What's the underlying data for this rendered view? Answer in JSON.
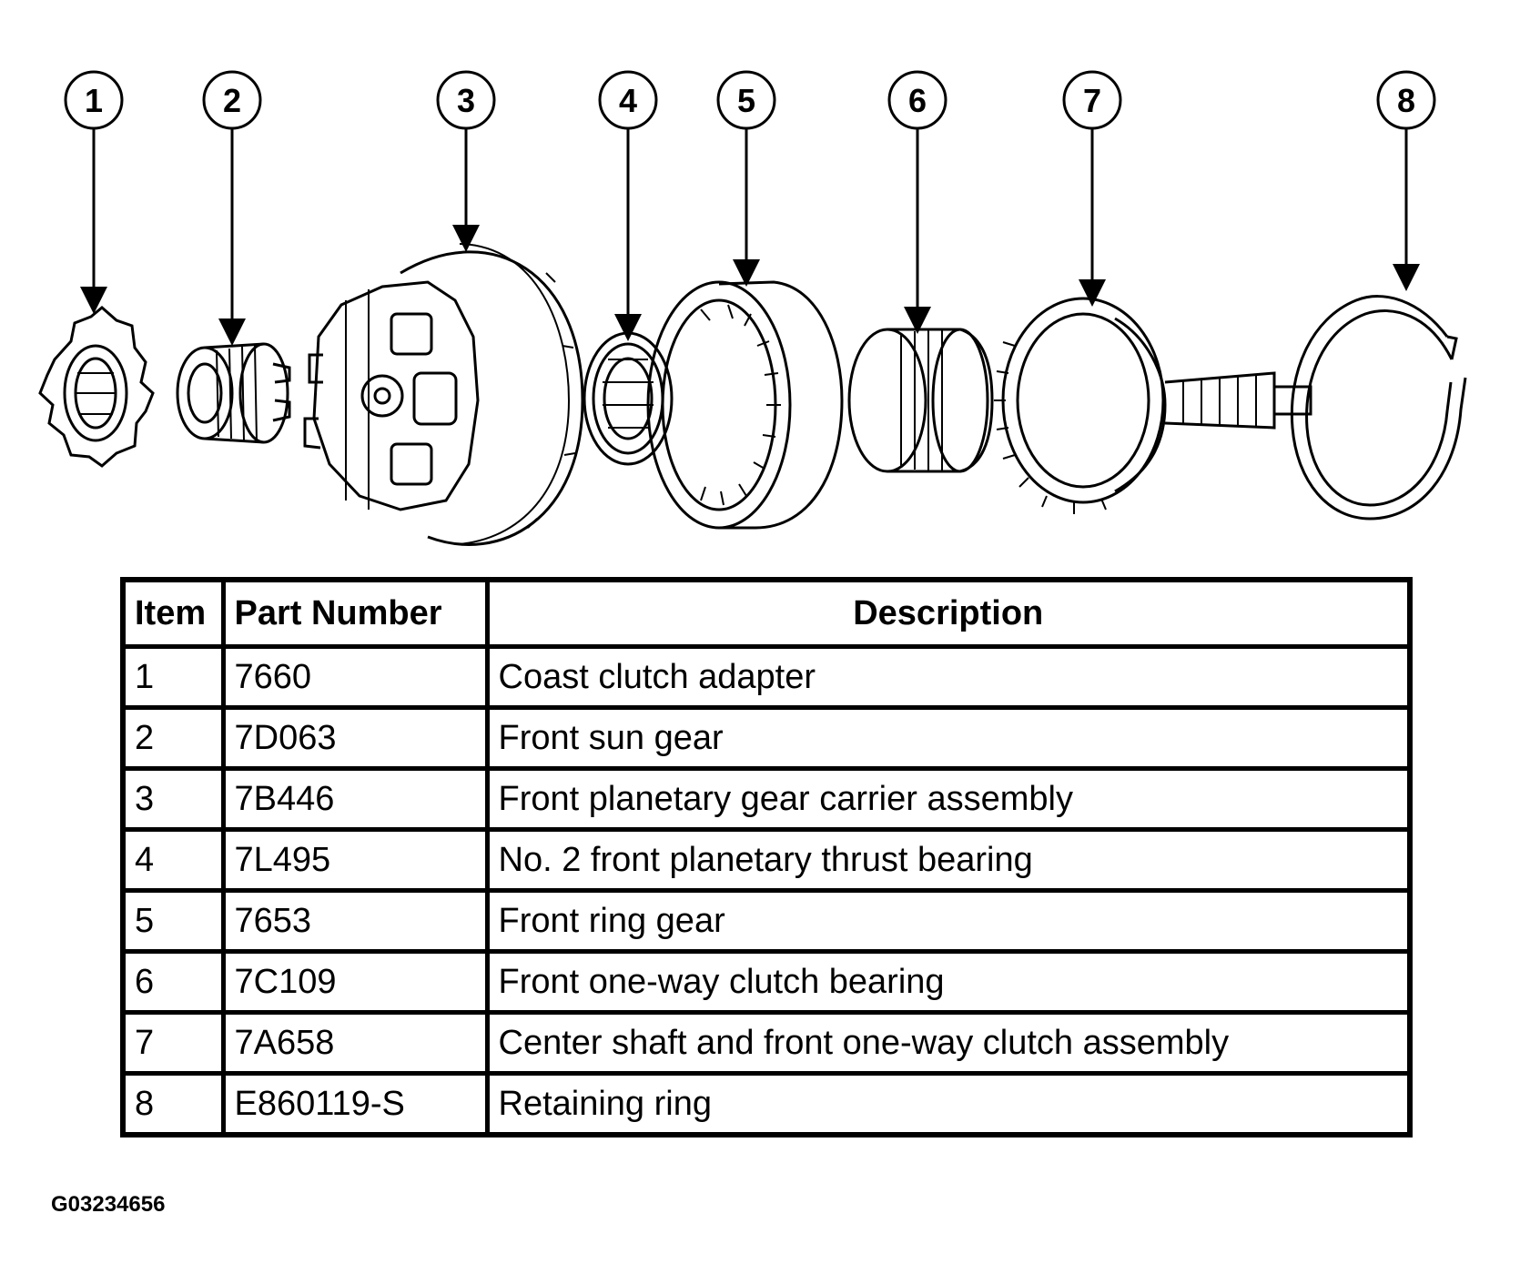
{
  "callouts": [
    "1",
    "2",
    "3",
    "4",
    "5",
    "6",
    "7",
    "8"
  ],
  "table": {
    "headers": [
      "Item",
      "Part Number",
      "Description"
    ],
    "rows": [
      [
        "1",
        "7660",
        "Coast clutch adapter"
      ],
      [
        "2",
        "7D063",
        "Front sun gear"
      ],
      [
        "3",
        "7B446",
        "Front planetary gear carrier assembly"
      ],
      [
        "4",
        "7L495",
        "No. 2 front planetary thrust bearing"
      ],
      [
        "5",
        "7653",
        "Front ring gear"
      ],
      [
        "6",
        "7C109",
        "Front one-way clutch bearing"
      ],
      [
        "7",
        "7A658",
        "Center shaft and front one-way clutch assembly"
      ],
      [
        "8",
        "E860119-S",
        "Retaining ring"
      ]
    ]
  },
  "figure_id": "G03234656"
}
